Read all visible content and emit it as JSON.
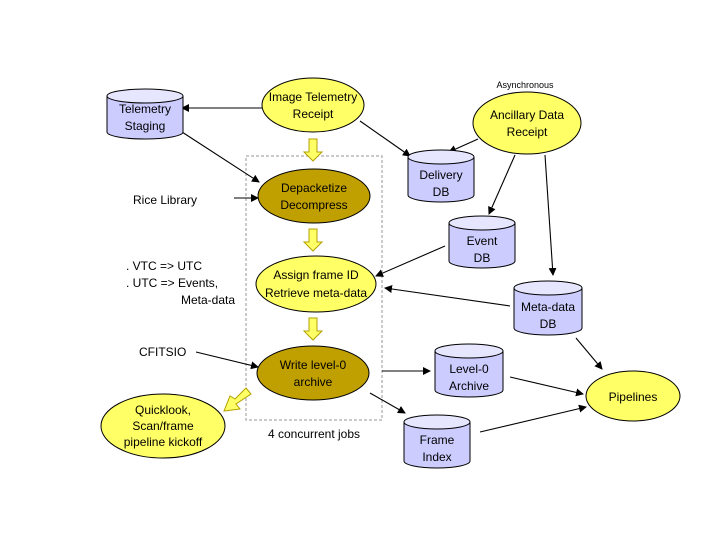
{
  "colors": {
    "yellow_node": "#ffff66",
    "gold_node": "#bfa000",
    "db_fill": "#ccccff",
    "db_top": "#e6e6ff",
    "stroke": "#000000",
    "dashed_box": "#aaaaaa",
    "arrow_fill": "#ffff66",
    "arrow_stroke": "#b3a000"
  },
  "nodes": {
    "image_telemetry_receipt": {
      "line1": "Image Telemetry",
      "line2": "Receipt"
    },
    "ancillary_data_receipt": {
      "line1": "Ancillary Data",
      "line2": "Receipt"
    },
    "depacketize": {
      "line1": "Depacketize",
      "line2": "Decompress"
    },
    "assign_frame_id": {
      "line1": "Assign frame ID",
      "line2": "Retrieve meta-data"
    },
    "write_level0": {
      "line1": "Write level-0",
      "line2": "archive"
    },
    "quicklook": {
      "line1": "Quicklook,",
      "line2": "Scan/frame",
      "line3": "pipeline kickoff"
    },
    "pipelines": {
      "line1": "Pipelines"
    }
  },
  "databases": {
    "telemetry_staging": {
      "line1": "Telemetry",
      "line2": "Staging"
    },
    "delivery_db": {
      "line1": "Delivery",
      "line2": "DB"
    },
    "event_db": {
      "line1": "Event",
      "line2": "DB"
    },
    "metadata_db": {
      "line1": "Meta-data",
      "line2": "DB"
    },
    "level0_archive": {
      "line1": "Level-0",
      "line2": "Archive"
    },
    "frame_index": {
      "line1": "Frame",
      "line2": "Index"
    }
  },
  "labels": {
    "asynchronous": "Asynchronous",
    "rice_library": "Rice Library",
    "vtc_line1": ". VTC => UTC",
    "vtc_line2": ". UTC => Events,",
    "vtc_line3": "Meta-data",
    "cfitsio": "CFITSIO",
    "concurrent_jobs": "4 concurrent jobs"
  }
}
